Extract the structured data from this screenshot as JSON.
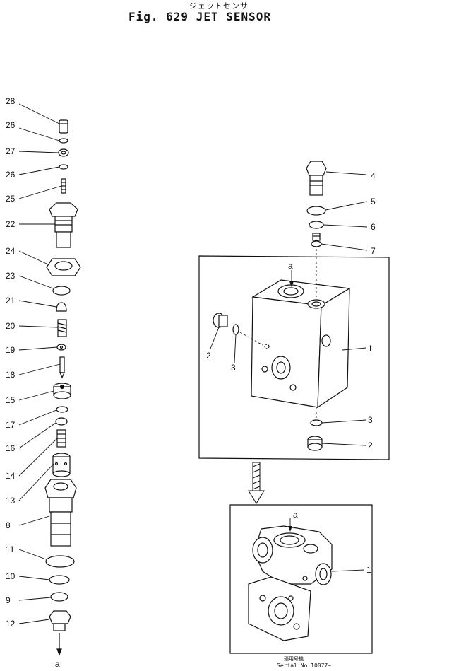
{
  "header": {
    "title_jp": "ジェットセンサ",
    "title": "Fig. 629 JET SENSOR"
  },
  "footer": {
    "applicability_jp": "適用号機",
    "serial": "Serial No.10077~"
  },
  "left_column_labels": [
    "28",
    "26",
    "27",
    "26",
    "25",
    "22",
    "24",
    "23",
    "21",
    "20",
    "19",
    "18",
    "15",
    "17",
    "16",
    "14",
    "13",
    "8",
    "11",
    "10",
    "9",
    "12"
  ],
  "left_bottom_label": "a",
  "upper_assembly_labels": {
    "part_4": "4",
    "part_5": "5",
    "part_6": "6",
    "part_7": "7",
    "port_a": "a",
    "part_1": "1",
    "part_2_left": "2",
    "part_3_left": "3",
    "part_3_bottom": "3",
    "part_2_bottom": "2"
  },
  "lower_assembly_labels": {
    "port_a": "a",
    "part_1": "1"
  }
}
